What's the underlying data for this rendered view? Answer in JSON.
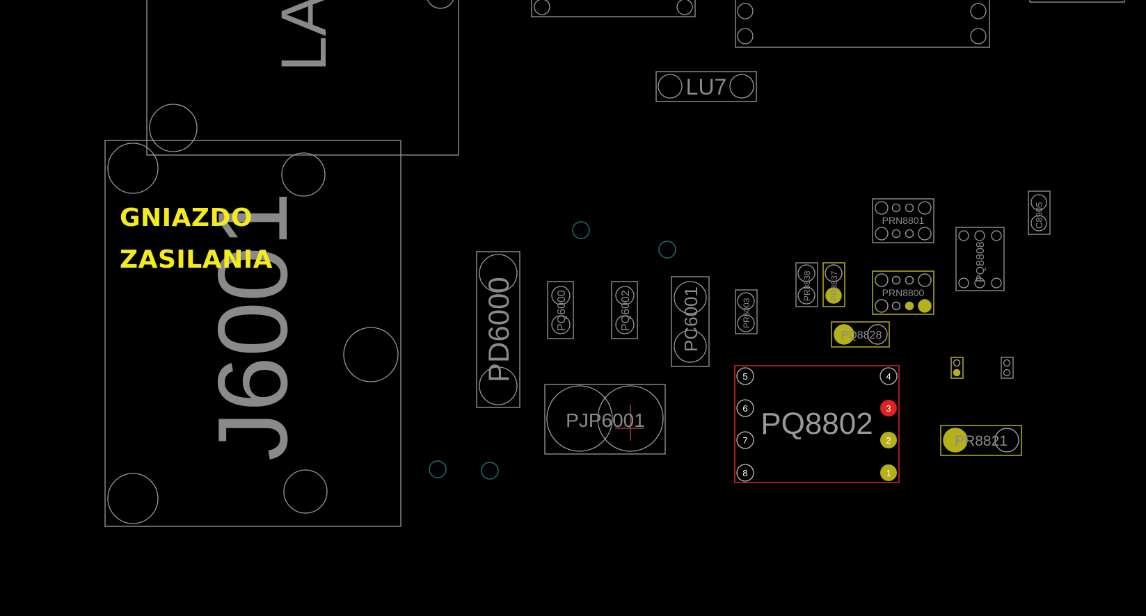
{
  "annotation": {
    "line1": "GNIAZDO",
    "line2": "ZASILANIA"
  },
  "components": {
    "connector_large": "J6001",
    "top_connector": "LA",
    "lu7": "LU7",
    "pd6000": "PD6000",
    "pq6000": "PQ6000",
    "pq6002": "PQ6002",
    "pc6001": "PC6001",
    "pr6003": "PR6003",
    "pr8838": "PR8838",
    "pr8837": "PR8837",
    "prn8801": "PRN8801",
    "prn8800": "PRN8800",
    "pq8808": "PQ8808",
    "c8905": "C8905",
    "pq8828": "PQ8828",
    "pjp6001": "PJP6001",
    "pq8802": "PQ8802",
    "pr8821": "PR8821"
  },
  "pq8802_pins": [
    "5",
    "6",
    "7",
    "8",
    "4",
    "3",
    "2",
    "1"
  ],
  "colors": {
    "background": "#000000",
    "outline": "#9a9a9a",
    "label": "#8a8a8a",
    "highlight": "#c8c41a",
    "selected": "#d22424",
    "via": "#1f6f6f",
    "annotation": "#f4ec1a"
  }
}
